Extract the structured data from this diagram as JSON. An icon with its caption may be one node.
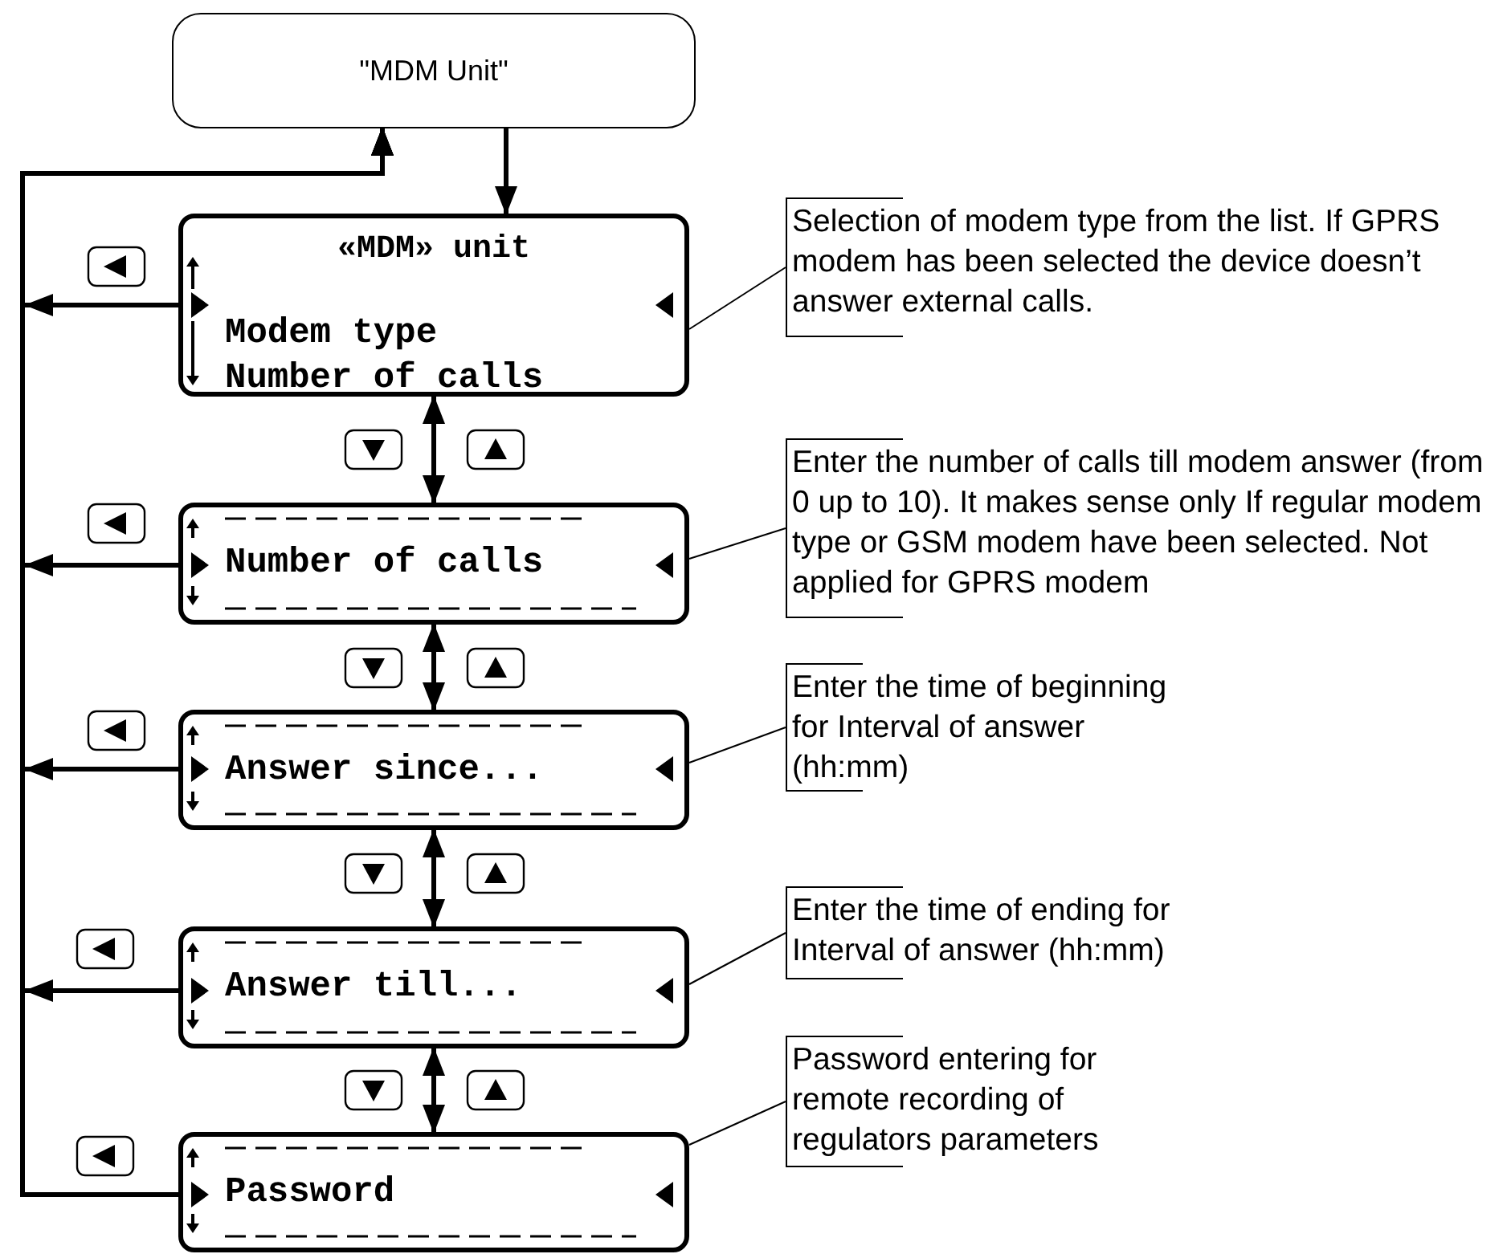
{
  "diagram": {
    "nodes": [
      {
        "text": [
          "\"MDM Unit\""
        ]
      },
      {
        "text": [
          "«MDM» unit",
          "Modem type",
          "Number of calls"
        ]
      },
      {
        "text": [
          "Number of calls"
        ]
      },
      {
        "text": [
          "Answer since..."
        ]
      },
      {
        "text": [
          "Answer till..."
        ]
      },
      {
        "text": [
          "Password"
        ]
      },
      {
        "text": [
          "Selection of modem type from the list. If GPRS modem has been selected the device doesn’t answer external calls."
        ]
      },
      {
        "text": [
          "Enter the number of calls till modem answer (from 0 up to 10). It makes sense only If regular modem type or GSM modem have been selected. Not applied for GPRS modem"
        ]
      },
      {
        "text": [
          "Enter the time of beginning for Interval of answer (hh:mm)"
        ]
      },
      {
        "text": [
          "Enter the time of ending for Interval of answer (hh:mm)"
        ]
      },
      {
        "text": [
          "Password entering for remote recording of regulators parameters"
        ]
      }
    ],
    "edges": [
      {
        "from": 0,
        "to": 1,
        "arrow": "to"
      },
      {
        "from": 1,
        "to": 2,
        "arrow": "both"
      },
      {
        "from": 2,
        "to": 3,
        "arrow": "both"
      },
      {
        "from": 3,
        "to": 4,
        "arrow": "both"
      },
      {
        "from": 4,
        "to": 5,
        "arrow": "both"
      },
      {
        "from": 1,
        "to": 0,
        "arrow": "to"
      },
      {
        "from": 2,
        "to": 0,
        "arrow": "to"
      },
      {
        "from": 3,
        "to": 0,
        "arrow": "to"
      },
      {
        "from": 4,
        "to": 0,
        "arrow": "to"
      },
      {
        "from": 5,
        "to": 0,
        "arrow": "to"
      },
      {
        "from": 6,
        "to": 1,
        "arrow": "none"
      },
      {
        "from": 7,
        "to": 2,
        "arrow": "none"
      },
      {
        "from": 8,
        "to": 3,
        "arrow": "none"
      },
      {
        "from": 9,
        "to": 4,
        "arrow": "none"
      },
      {
        "from": 10,
        "to": 5,
        "arrow": "none"
      }
    ]
  }
}
